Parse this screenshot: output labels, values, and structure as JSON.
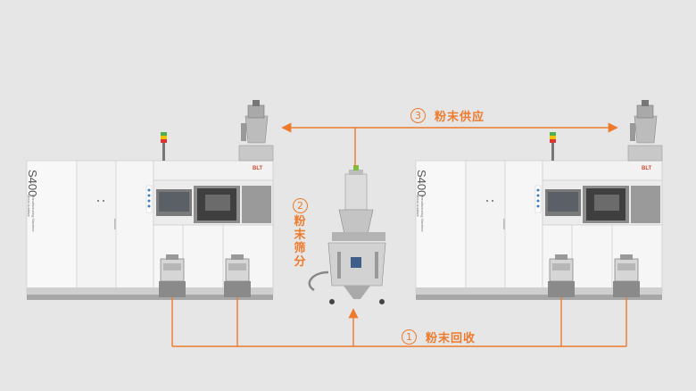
{
  "steps": {
    "supply": {
      "number": "3",
      "label": "粉末供应"
    },
    "sieving": {
      "number": "2",
      "label": "粉末筛分"
    },
    "recovery": {
      "number": "1",
      "label": "粉末回收"
    }
  },
  "machines": [
    {
      "model": "S400",
      "subtitle_line1": "Metal Additive",
      "subtitle_line2": "Manufacturing Machine",
      "brand": "BLT"
    },
    {
      "model": "S400",
      "subtitle_line1": "Metal Additive",
      "subtitle_line2": "Manufacturing Machine",
      "brand": "BLT"
    }
  ],
  "colors": {
    "flow_line": "#ee7a2c",
    "background": "#e6e6e6",
    "machine_body": "#f4f4f4",
    "machine_dark_panel": "#8f8f8f"
  }
}
